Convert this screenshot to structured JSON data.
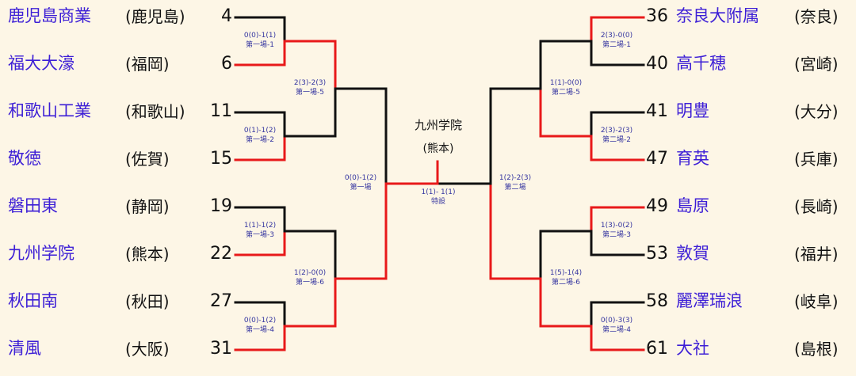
{
  "left_teams": [
    {
      "name": "鹿児島商業",
      "pref": "(鹿児島)",
      "seed": "4"
    },
    {
      "name": "福大大濠",
      "pref": "(福岡)",
      "seed": "6"
    },
    {
      "name": "和歌山工業",
      "pref": "(和歌山)",
      "seed": "11"
    },
    {
      "name": "敬徳",
      "pref": "(佐賀)",
      "seed": "15"
    },
    {
      "name": "磐田東",
      "pref": "(静岡)",
      "seed": "19"
    },
    {
      "name": "九州学院",
      "pref": "(熊本)",
      "seed": "22"
    },
    {
      "name": "秋田南",
      "pref": "(秋田)",
      "seed": "27"
    },
    {
      "name": "清風",
      "pref": "(大阪)",
      "seed": "31"
    }
  ],
  "right_teams": [
    {
      "name": "奈良大附属",
      "pref": "(奈良)",
      "seed": "36"
    },
    {
      "name": "高千穂",
      "pref": "(宮崎)",
      "seed": "40"
    },
    {
      "name": "明豊",
      "pref": "(大分)",
      "seed": "41"
    },
    {
      "name": "育英",
      "pref": "(兵庫)",
      "seed": "47"
    },
    {
      "name": "島原",
      "pref": "(長崎)",
      "seed": "49"
    },
    {
      "name": "敦賀",
      "pref": "(福井)",
      "seed": "53"
    },
    {
      "name": "麗澤瑞浪",
      "pref": "(岐阜)",
      "seed": "58"
    },
    {
      "name": "大社",
      "pref": "(島根)",
      "seed": "61"
    }
  ],
  "left_r1": [
    {
      "score": "0(0)-1(1)",
      "venue": "第一場-1"
    },
    {
      "score": "0(1)-1(2)",
      "venue": "第一場-2"
    },
    {
      "score": "1(1)-1(2)",
      "venue": "第一場-3"
    },
    {
      "score": "0(0)-1(2)",
      "venue": "第一場-4"
    }
  ],
  "left_r2": [
    {
      "score": "2(3)-2(3)",
      "venue": "第一場-5"
    },
    {
      "score": "1(2)-0(0)",
      "venue": "第一場-6"
    }
  ],
  "left_semi": {
    "score": "0(0)-1(2)",
    "venue": "第一場"
  },
  "right_r1": [
    {
      "score": "2(3)-0(0)",
      "venue": "第二場-1"
    },
    {
      "score": "2(3)-2(3)",
      "venue": "第二場-2"
    },
    {
      "score": "1(3)-0(2)",
      "venue": "第二場-3"
    },
    {
      "score": "0(0)-3(3)",
      "venue": "第二場-4"
    }
  ],
  "right_r2": [
    {
      "score": "1(1)-0(0)",
      "venue": "第二場-5"
    },
    {
      "score": "1(5)-1(4)",
      "venue": "第二場-6"
    }
  ],
  "right_semi": {
    "score": "1(2)-2(3)",
    "venue": "第二場"
  },
  "final": {
    "score": "1(1)- 1(1)",
    "venue": "特設"
  },
  "champion": {
    "name": "九州学院",
    "pref": "(熊本)"
  },
  "winners": {
    "left_r1": [
      1,
      1,
      1,
      1
    ],
    "left_r2": [
      0,
      1
    ],
    "left_semi": 1,
    "right_r1": [
      0,
      1,
      0,
      1
    ],
    "right_r2": [
      1,
      1
    ],
    "right_semi": 1,
    "final": "left"
  },
  "colors": {
    "winner": "#e8191a",
    "loser": "#111111",
    "team": "#3d1fd6",
    "score": "#3535a0",
    "background": "#fdf6e6"
  }
}
